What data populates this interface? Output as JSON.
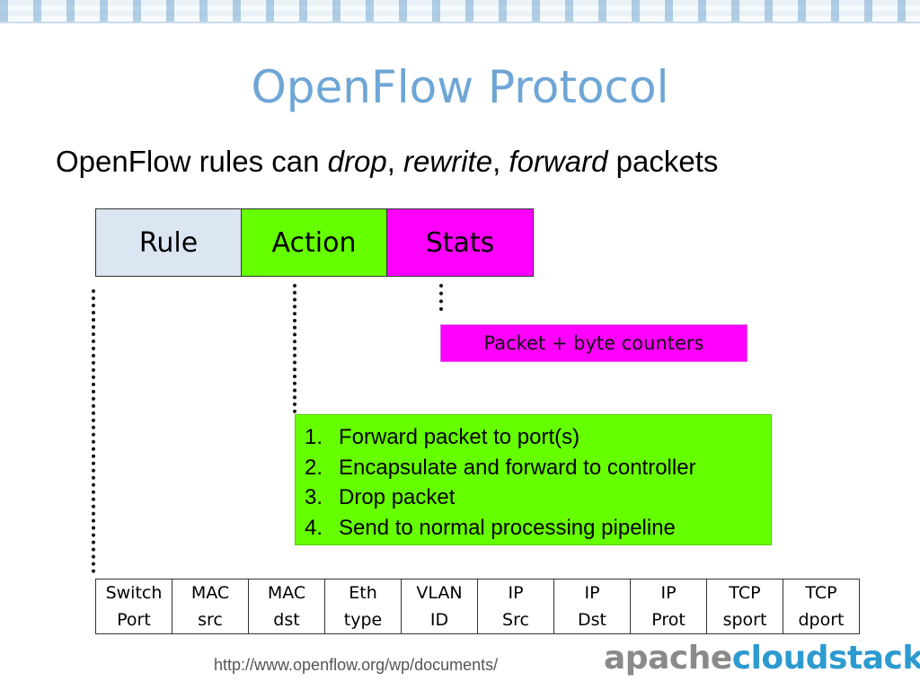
{
  "slide": {
    "title": "OpenFlow Protocol",
    "subtitle": {
      "prefix": "OpenFlow rules can ",
      "drop": "drop",
      "sep1": ", ",
      "rewrite": "rewrite",
      "sep2": ", ",
      "forward": "forward",
      "suffix": " packets"
    }
  },
  "flow_entry": {
    "rule": "Rule",
    "action": "Action",
    "stats": "Stats"
  },
  "stats_detail": "Packet + byte counters",
  "actions": [
    {
      "num": "1.",
      "text": "Forward packet to port(s)"
    },
    {
      "num": "2.",
      "text": "Encapsulate and forward to controller"
    },
    {
      "num": "3.",
      "text": "Drop packet"
    },
    {
      "num": "4.",
      "text": "Send to normal processing pipeline"
    }
  ],
  "rule_fields": [
    {
      "line1": "Switch",
      "line2": "Port"
    },
    {
      "line1": "MAC",
      "line2": "src"
    },
    {
      "line1": "MAC",
      "line2": "dst"
    },
    {
      "line1": "Eth",
      "line2": "type"
    },
    {
      "line1": "VLAN",
      "line2": "ID"
    },
    {
      "line1": "IP",
      "line2": "Src"
    },
    {
      "line1": "IP",
      "line2": "Dst"
    },
    {
      "line1": "IP",
      "line2": "Prot"
    },
    {
      "line1": "TCP",
      "line2": "sport"
    },
    {
      "line1": "TCP",
      "line2": "dport"
    }
  ],
  "footer": {
    "url": "http://www.openflow.org/wp/documents/",
    "logo_apache": "apache",
    "logo_cloudstack": "cloudstack",
    "logo_tm": "™"
  },
  "colors": {
    "title": "#6ea6d6",
    "rule_box": "#dce6f2",
    "action_green": "#66ff00",
    "stats_magenta": "#ff00ff",
    "logo_grey": "#8a8a8a",
    "logo_blue": "#2d9ad0"
  }
}
